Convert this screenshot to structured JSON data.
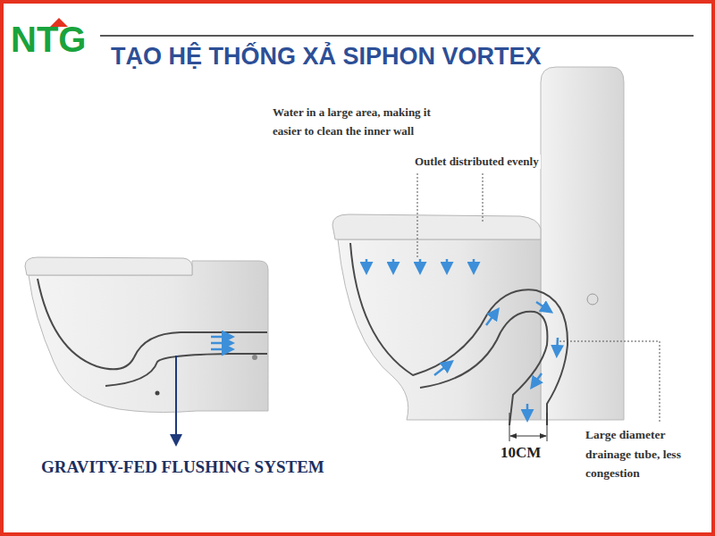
{
  "diagram": {
    "title": "TẠO HỆ THỐNG XẢ SIPHON VORTEX",
    "labels": [
      "NTG",
      "Water in a large area, making it easier to clean the inner wall",
      "Outlet distributed evenly",
      "10CM",
      "Large diameter drainage tube, less congestion",
      "GRAVITY-FED FLUSHING SYSTEM"
    ]
  }
}
